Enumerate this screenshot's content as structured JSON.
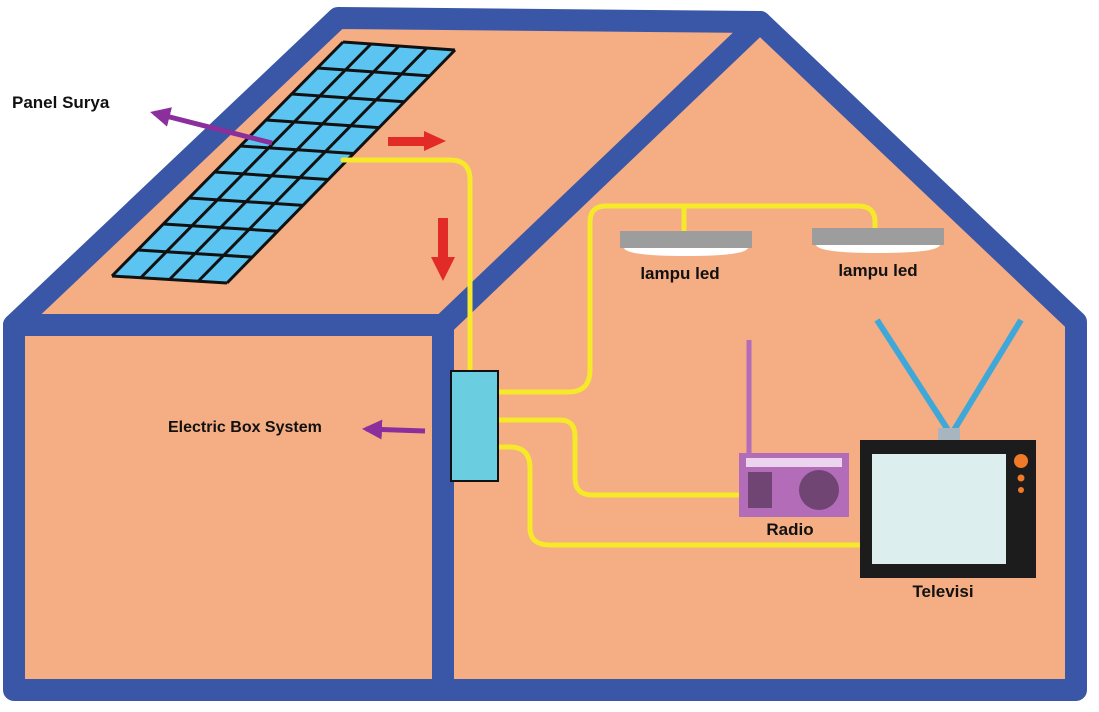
{
  "labels": {
    "solar_panel": "Panel Surya",
    "electric_box": "Electric Box System",
    "lamp_left": "lampu led",
    "lamp_right": "lampu led",
    "radio": "Radio",
    "television": "Televisi"
  },
  "colors": {
    "house_outline": "#3a56a6",
    "wall_fill": "#f5ad84",
    "solar_cell": "#5cc4f0",
    "solar_grid": "#111111",
    "wire": "#f5e92a",
    "flow_arrow": "#e22b26",
    "pointer_arrow": "#8a2f9c",
    "electric_box": "#6bcde0",
    "lamp_body": "#9d9d9d",
    "radio_body": "#b36cb8",
    "tv_body": "#1c1c1c",
    "tv_screen": "#dcefee",
    "tv_antenna": "#3fa8d9",
    "tv_knob": "#ee7a2a"
  },
  "icons": [
    "solar-panel-icon",
    "electric-box-icon",
    "led-lamp-icon",
    "radio-icon",
    "television-icon"
  ]
}
